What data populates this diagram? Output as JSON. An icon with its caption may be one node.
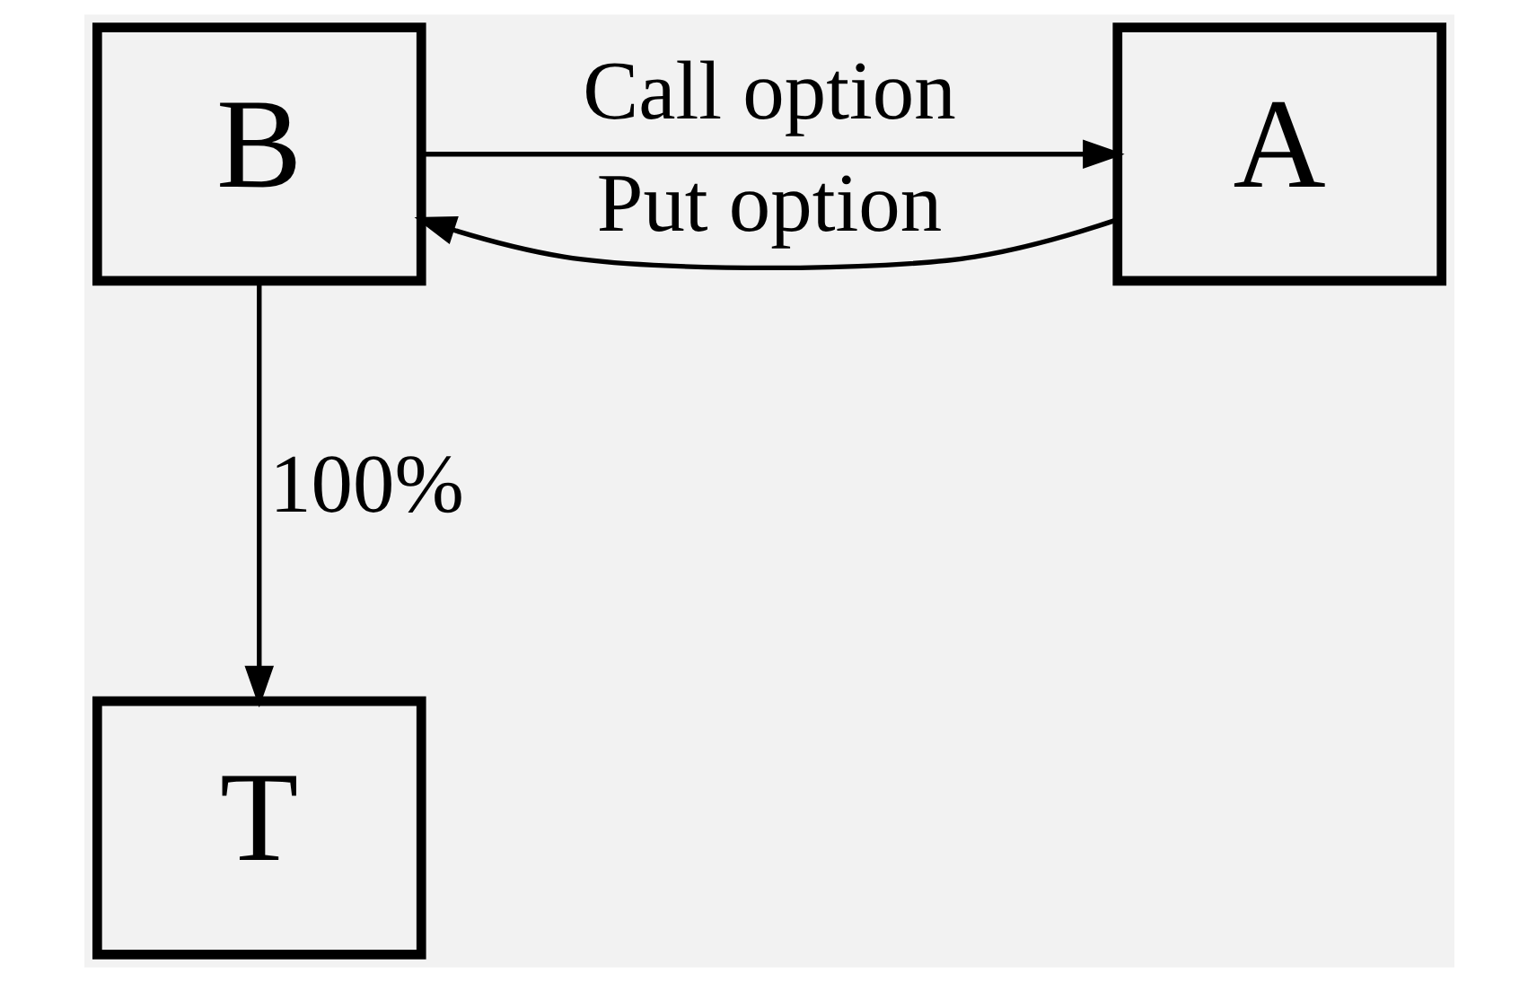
{
  "diagram": {
    "nodes": [
      {
        "text": [
          "B"
        ]
      },
      {
        "text": [
          "A"
        ]
      },
      {
        "text": [
          "T"
        ]
      }
    ],
    "edges": [
      {
        "from": 0,
        "to": 1,
        "arrow": "to",
        "label": "Call option"
      },
      {
        "from": 1,
        "to": 0,
        "arrow": "to",
        "label": "Put option"
      },
      {
        "from": 0,
        "to": 2,
        "arrow": "to",
        "label": "100%"
      }
    ]
  }
}
